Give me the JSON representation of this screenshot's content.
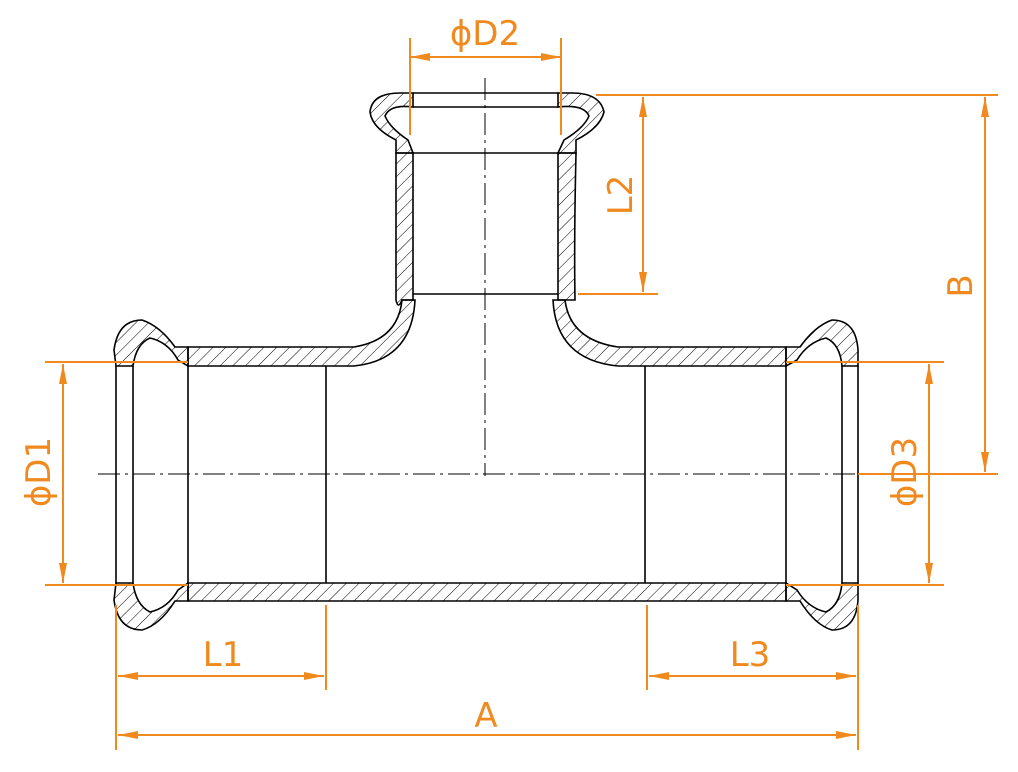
{
  "drawing": {
    "labels": {
      "D1": "ϕD1",
      "D2": "ϕD2",
      "D3": "ϕD3",
      "L1": "L1",
      "L2": "L2",
      "L3": "L3",
      "A": "A",
      "B": "B"
    },
    "colors": {
      "dimension": "#f08a1e",
      "outline": "#000000",
      "background": "#ffffff"
    }
  }
}
